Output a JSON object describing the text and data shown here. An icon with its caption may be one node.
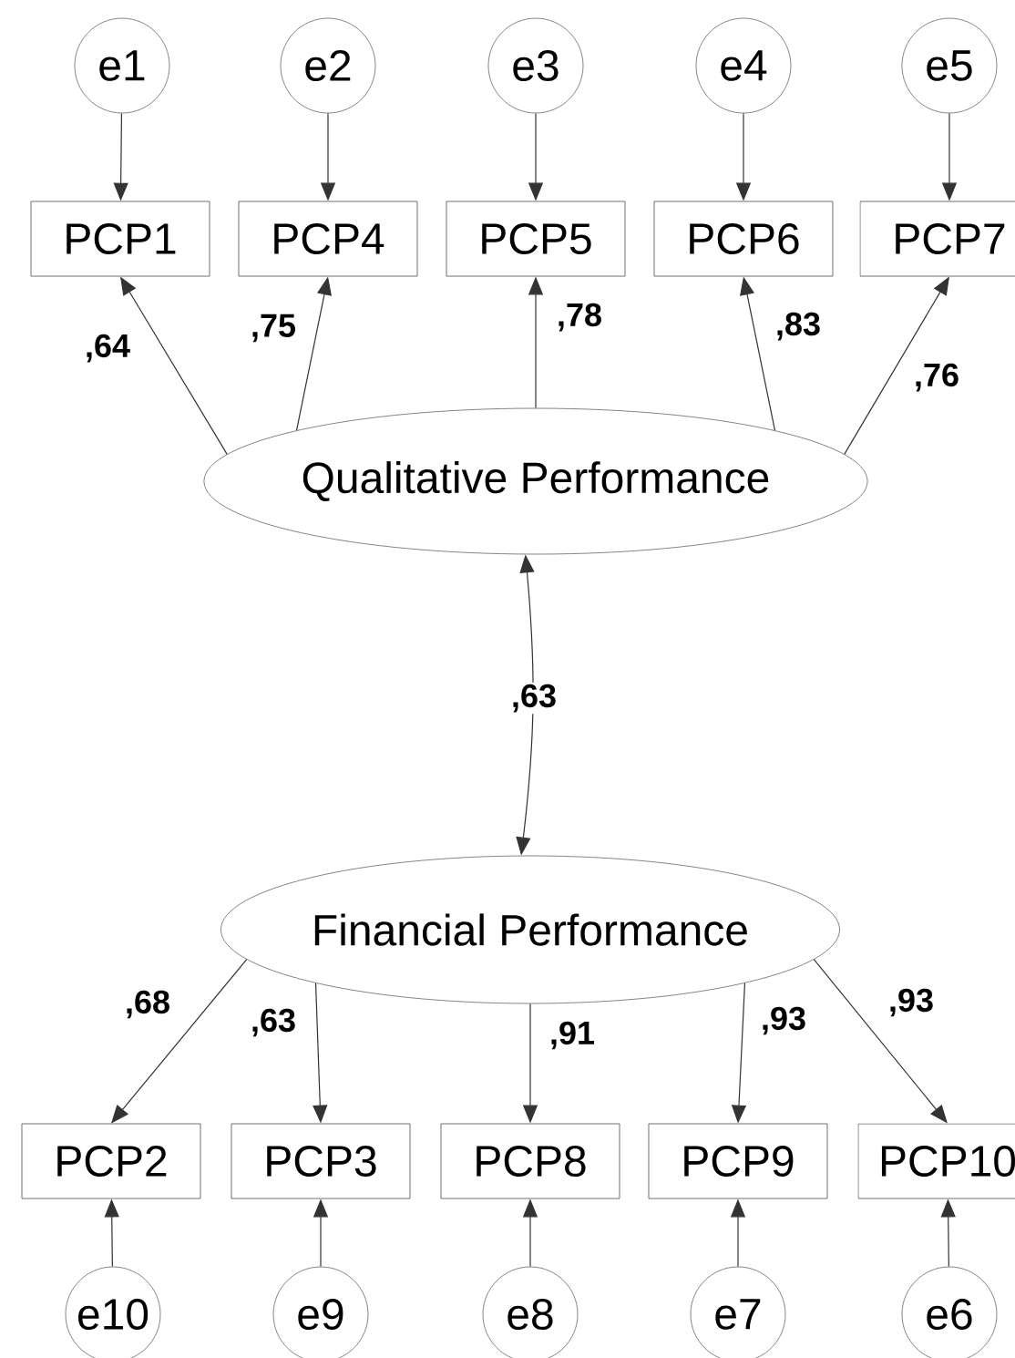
{
  "diagram": {
    "nodes": [
      {
        "text": [
          "e1"
        ]
      },
      {
        "text": [
          "e2"
        ]
      },
      {
        "text": [
          "e3"
        ]
      },
      {
        "text": [
          "e4"
        ]
      },
      {
        "text": [
          "e5"
        ]
      },
      {
        "text": [
          "PCP1"
        ]
      },
      {
        "text": [
          "PCP4"
        ]
      },
      {
        "text": [
          "PCP5"
        ]
      },
      {
        "text": [
          "PCP6"
        ]
      },
      {
        "text": [
          "PCP7"
        ]
      },
      {
        "text": [
          "Qualitative Performance"
        ]
      },
      {
        "text": [
          "Financial Performance"
        ]
      },
      {
        "text": [
          "PCP2"
        ]
      },
      {
        "text": [
          "PCP3"
        ]
      },
      {
        "text": [
          "PCP8"
        ]
      },
      {
        "text": [
          "PCP9"
        ]
      },
      {
        "text": [
          "PCP10"
        ]
      },
      {
        "text": [
          "e10"
        ]
      },
      {
        "text": [
          "e9"
        ]
      },
      {
        "text": [
          "e8"
        ]
      },
      {
        "text": [
          "e7"
        ]
      },
      {
        "text": [
          "e6"
        ]
      }
    ],
    "edges": [
      {
        "from": 0,
        "to": 5,
        "arrow": "to"
      },
      {
        "from": 1,
        "to": 6,
        "arrow": "to"
      },
      {
        "from": 2,
        "to": 7,
        "arrow": "to"
      },
      {
        "from": 3,
        "to": 8,
        "arrow": "to"
      },
      {
        "from": 4,
        "to": 9,
        "arrow": "to"
      },
      {
        "from": 10,
        "to": 5,
        "arrow": "to",
        "label": ",64"
      },
      {
        "from": 10,
        "to": 6,
        "arrow": "to",
        "label": ",75"
      },
      {
        "from": 10,
        "to": 7,
        "arrow": "to",
        "label": ",78"
      },
      {
        "from": 10,
        "to": 8,
        "arrow": "to",
        "label": ",83"
      },
      {
        "from": 10,
        "to": 9,
        "arrow": "to",
        "label": ",76"
      },
      {
        "from": 10,
        "to": 11,
        "arrow": "both",
        "label": ",63"
      },
      {
        "from": 11,
        "to": 12,
        "arrow": "to",
        "label": ",68"
      },
      {
        "from": 11,
        "to": 13,
        "arrow": "to",
        "label": ",63"
      },
      {
        "from": 11,
        "to": 14,
        "arrow": "to",
        "label": ",91"
      },
      {
        "from": 11,
        "to": 15,
        "arrow": "to",
        "label": ",93"
      },
      {
        "from": 11,
        "to": 16,
        "arrow": "to",
        "label": ",93"
      },
      {
        "from": 17,
        "to": 12,
        "arrow": "to"
      },
      {
        "from": 18,
        "to": 13,
        "arrow": "to"
      },
      {
        "from": 19,
        "to": 14,
        "arrow": "to"
      },
      {
        "from": 20,
        "to": 15,
        "arrow": "to"
      },
      {
        "from": 21,
        "to": 16,
        "arrow": "to"
      }
    ]
  }
}
